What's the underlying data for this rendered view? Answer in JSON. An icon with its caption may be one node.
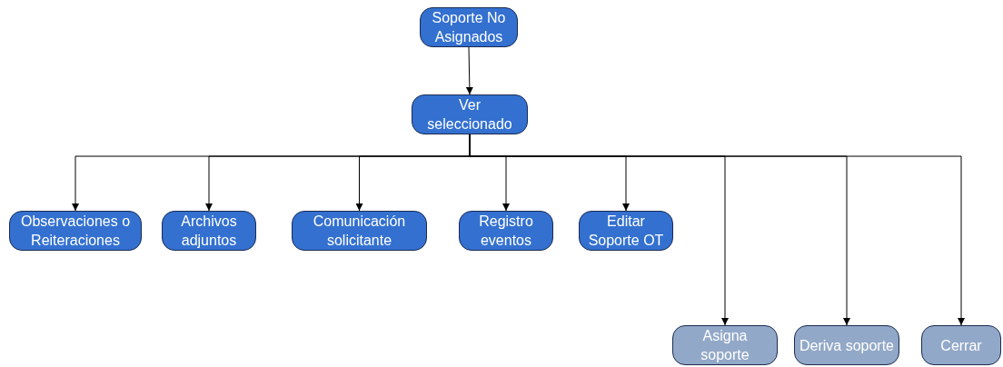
{
  "diagram": {
    "nodes": [
      {
        "text": [
          "Soporte No Asignados"
        ]
      },
      {
        "text": [
          "Ver seleccionado"
        ]
      },
      {
        "text": [
          "Observaciones o Reiteraciones"
        ]
      },
      {
        "text": [
          "Archivos adjuntos"
        ]
      },
      {
        "text": [
          "Comunicación solicitante"
        ]
      },
      {
        "text": [
          "Registro eventos"
        ]
      },
      {
        "text": [
          "Editar Soporte OT"
        ]
      },
      {
        "text": [
          "Asigna soporte"
        ]
      },
      {
        "text": [
          "Deriva soporte"
        ]
      },
      {
        "text": [
          "Cerrar"
        ]
      }
    ],
    "edges": [
      {
        "from": 0,
        "to": 1,
        "arrow": "to"
      },
      {
        "from": 1,
        "to": 2,
        "arrow": "to"
      },
      {
        "from": 1,
        "to": 3,
        "arrow": "to"
      },
      {
        "from": 1,
        "to": 4,
        "arrow": "to"
      },
      {
        "from": 1,
        "to": 5,
        "arrow": "to"
      },
      {
        "from": 1,
        "to": 6,
        "arrow": "to"
      },
      {
        "from": 1,
        "to": 7,
        "arrow": "to"
      },
      {
        "from": 1,
        "to": 8,
        "arrow": "to"
      },
      {
        "from": 1,
        "to": 9,
        "arrow": "to"
      }
    ]
  }
}
